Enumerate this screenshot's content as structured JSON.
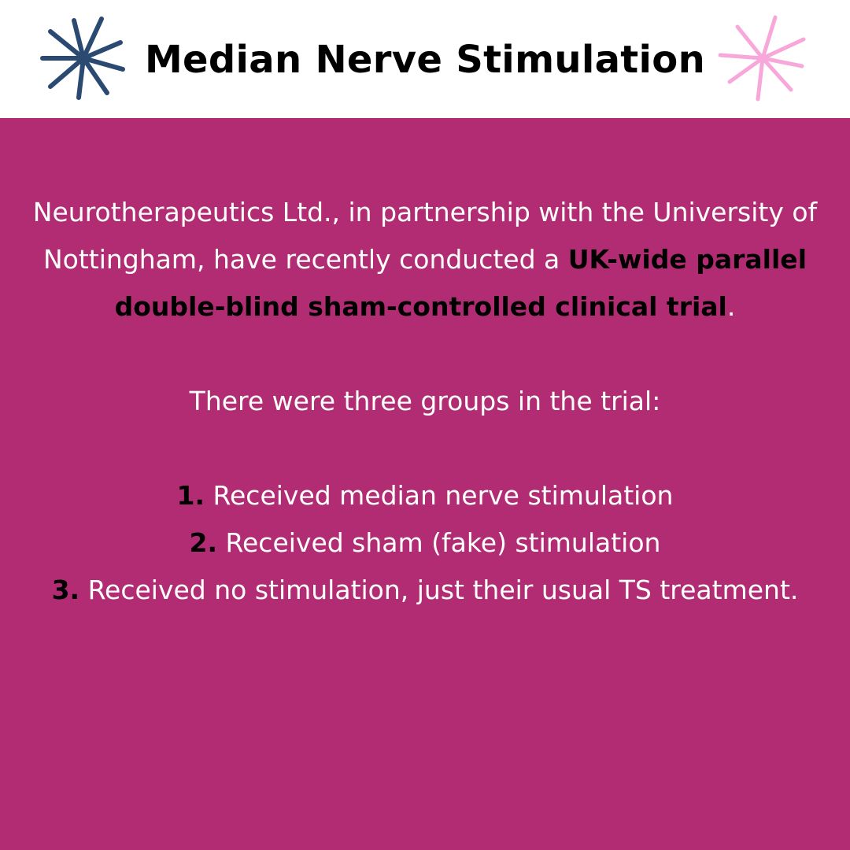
{
  "header": {
    "title": "Median Nerve Stimulation",
    "left_icon": "asterisk-star-icon",
    "right_icon": "asterisk-star-icon",
    "left_icon_color": "#2b4a72",
    "right_icon_color": "#f7a7d9"
  },
  "colors": {
    "background": "#b22c73",
    "header_background": "#ffffff",
    "body_text": "#ffffff",
    "emphasis_text": "#000000"
  },
  "intro": {
    "text_before": "Neurotherapeutics Ltd., in partnership with the University of Nottingham, have recently conducted a ",
    "bold_text": "UK-wide parallel double-blind sham-controlled clinical trial",
    "text_after": "."
  },
  "groups_heading": "There were three groups in the trial:",
  "groups": [
    {
      "number": "1.",
      "text": "Received median nerve stimulation"
    },
    {
      "number": "2.",
      "text": "Received sham (fake) stimulation"
    },
    {
      "number": "3.",
      "text": "Received no stimulation, just their usual TS treatment."
    }
  ]
}
